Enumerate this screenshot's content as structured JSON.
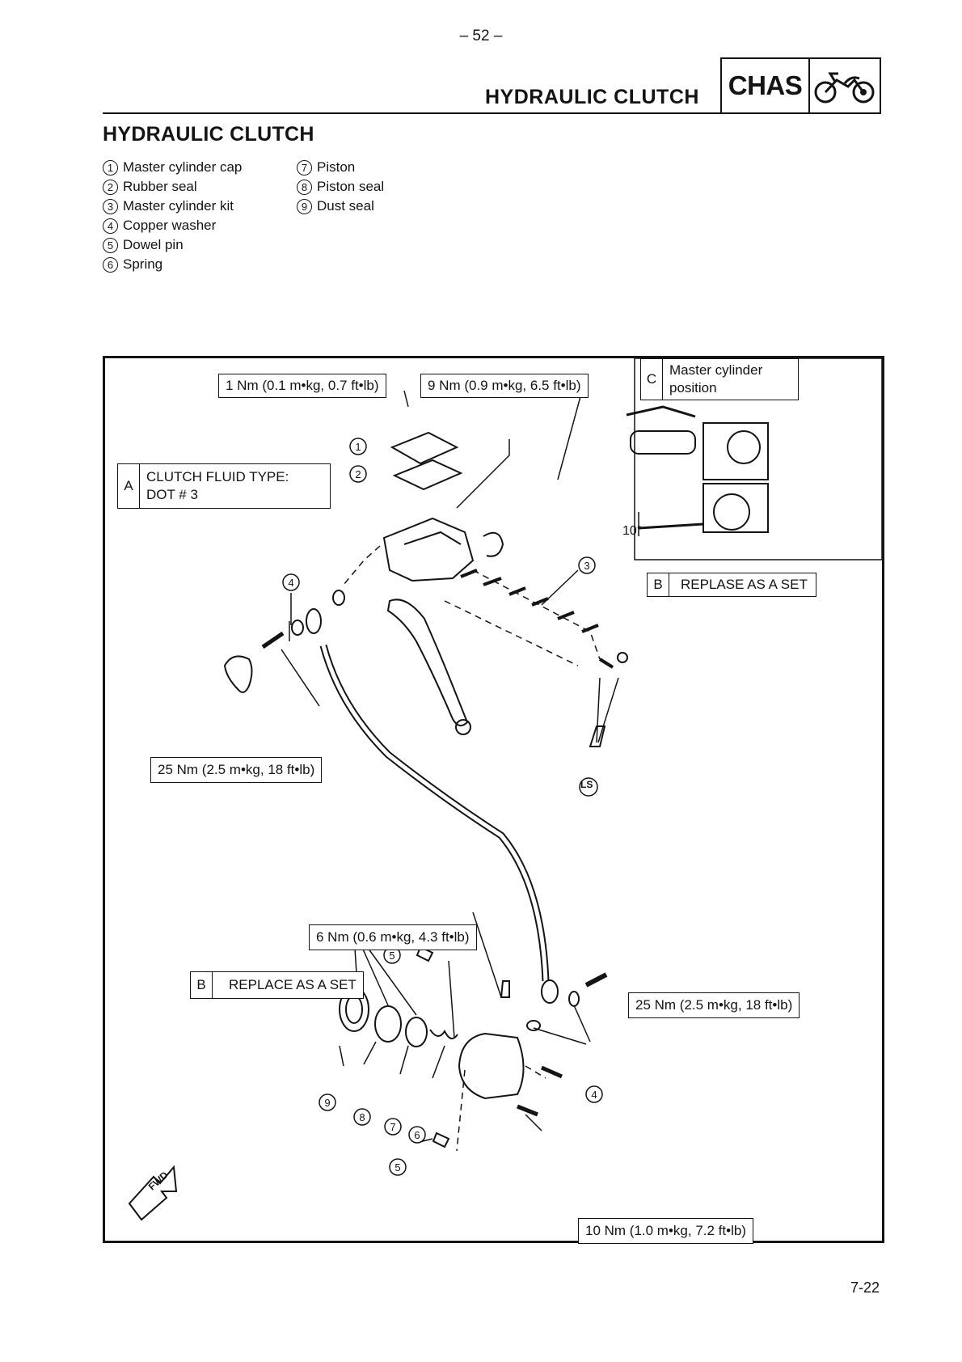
{
  "header": {
    "page_number": "– 52 –",
    "title": "HYDRAULIC CLUTCH",
    "badge_label": "CHAS",
    "badge_icon": "motorcycle-icon"
  },
  "section": {
    "title": "HYDRAULIC CLUTCH"
  },
  "legend": {
    "left": [
      {
        "num": "1",
        "label": "Master cylinder cap"
      },
      {
        "num": "2",
        "label": "Rubber seal"
      },
      {
        "num": "3",
        "label": "Master cylinder kit"
      },
      {
        "num": "4",
        "label": "Copper washer"
      },
      {
        "num": "5",
        "label": "Dowel pin"
      },
      {
        "num": "6",
        "label": "Spring"
      }
    ],
    "right": [
      {
        "num": "7",
        "label": "Piston"
      },
      {
        "num": "8",
        "label": "Piston seal"
      },
      {
        "num": "9",
        "label": "Dust seal"
      }
    ]
  },
  "diagram": {
    "torque_cap_screw": "1 Nm (0.1 m•kg, 0.7 ft•lb)",
    "torque_clamp_bolt": "9 Nm (0.9 m•kg, 6.5 ft•lb)",
    "note_c_tag": "C",
    "note_c_text": "Master cylinder position",
    "note_a_tag": "A",
    "note_a_line1": "CLUTCH FLUID TYPE:",
    "note_a_line2": "DOT # 3",
    "note_b_top_tag": "B",
    "note_b_top_text": "REPLASE AS A SET",
    "torque_union_bolt_top": "25 Nm (2.5 m•kg, 18 ft•lb)",
    "torque_bleed_screw": "6 Nm (0.6 m•kg, 4.3 ft•lb)",
    "note_b_bottom_tag": "B",
    "note_b_bottom_text": "REPLACE AS A SET",
    "torque_union_bolt_bottom": "25 Nm (2.5 m•kg, 18 ft•lb)",
    "torque_release_cylinder": "10 Nm (1.0 m•kg, 7.2 ft•lb)",
    "angle_label": "10°",
    "lubricant_label": "LS",
    "fwd_label": "FWD"
  },
  "footer": {
    "page_ref": "7-22"
  }
}
